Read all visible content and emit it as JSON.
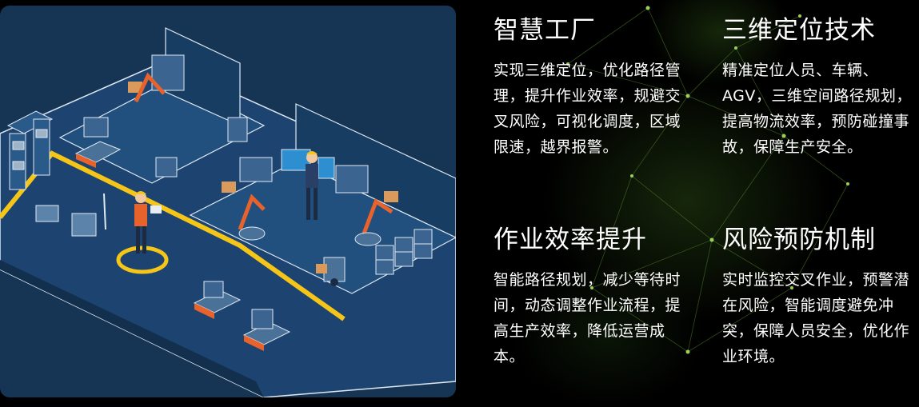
{
  "features": [
    {
      "title": "智慧工厂",
      "description": "实现三维定位，优化路径管理，提升作业效率，规避交叉风险，可视化调度，区域限速，越界报警。"
    },
    {
      "title": "三维定位技术",
      "description": "精准定位人员、车辆、AGV，三维空间路径规划，提高物流效率，预防碰撞事故，保障生产安全。"
    },
    {
      "title": "作业效率提升",
      "description": "智能路径规划，减少等待时间，动态调整作业流程，提高生产效率，降低运营成本。"
    },
    {
      "title": "风险预防机制",
      "description": "实时监控交叉作业，预警潜在风险，智能调度避免冲突，保障人员安全，优化作业环境。"
    }
  ],
  "colors": {
    "background": "#000000",
    "illustration_bg": "#163555",
    "floor": "#1d4470",
    "safety_line": "#f5c518",
    "accent_orange": "#e8622c",
    "glow_green": "#6aa83a",
    "text": "#ffffff"
  },
  "illustration": {
    "subject": "isometric smart factory with robotic arms, AGVs, shelving and workers"
  }
}
